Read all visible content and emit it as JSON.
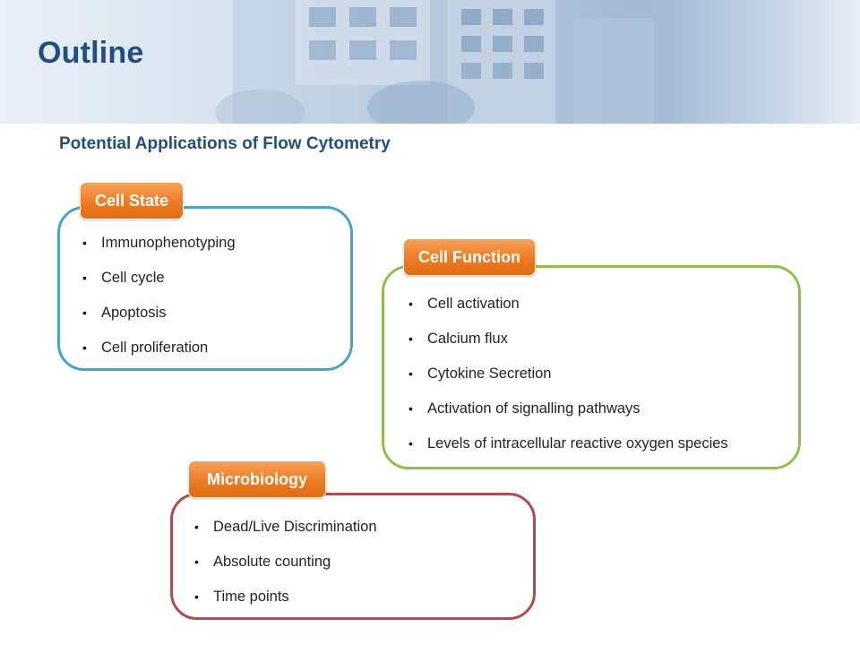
{
  "header": {
    "title": "Outline"
  },
  "subtitle": "Potential Applications of Flow Cytometry",
  "sections": [
    {
      "label": "Cell State",
      "border_color": "#4aa2c6",
      "items": [
        "Immunophenotyping",
        "Cell cycle",
        "Apoptosis",
        "Cell proliferation"
      ]
    },
    {
      "label": "Cell Function",
      "border_color": "#8ebf4c",
      "items": [
        "Cell activation",
        "Calcium flux",
        "Cytokine Secretion",
        "Activation of signalling pathways",
        "Levels of intracellular reactive oxygen species"
      ]
    },
    {
      "label": "Microbiology",
      "border_color": "#b5484d",
      "items": [
        "Dead/Live Discrimination",
        "Absolute counting",
        "Time points"
      ]
    }
  ],
  "colors": {
    "title": "#1f4e82",
    "tag": "#ee7b22"
  }
}
